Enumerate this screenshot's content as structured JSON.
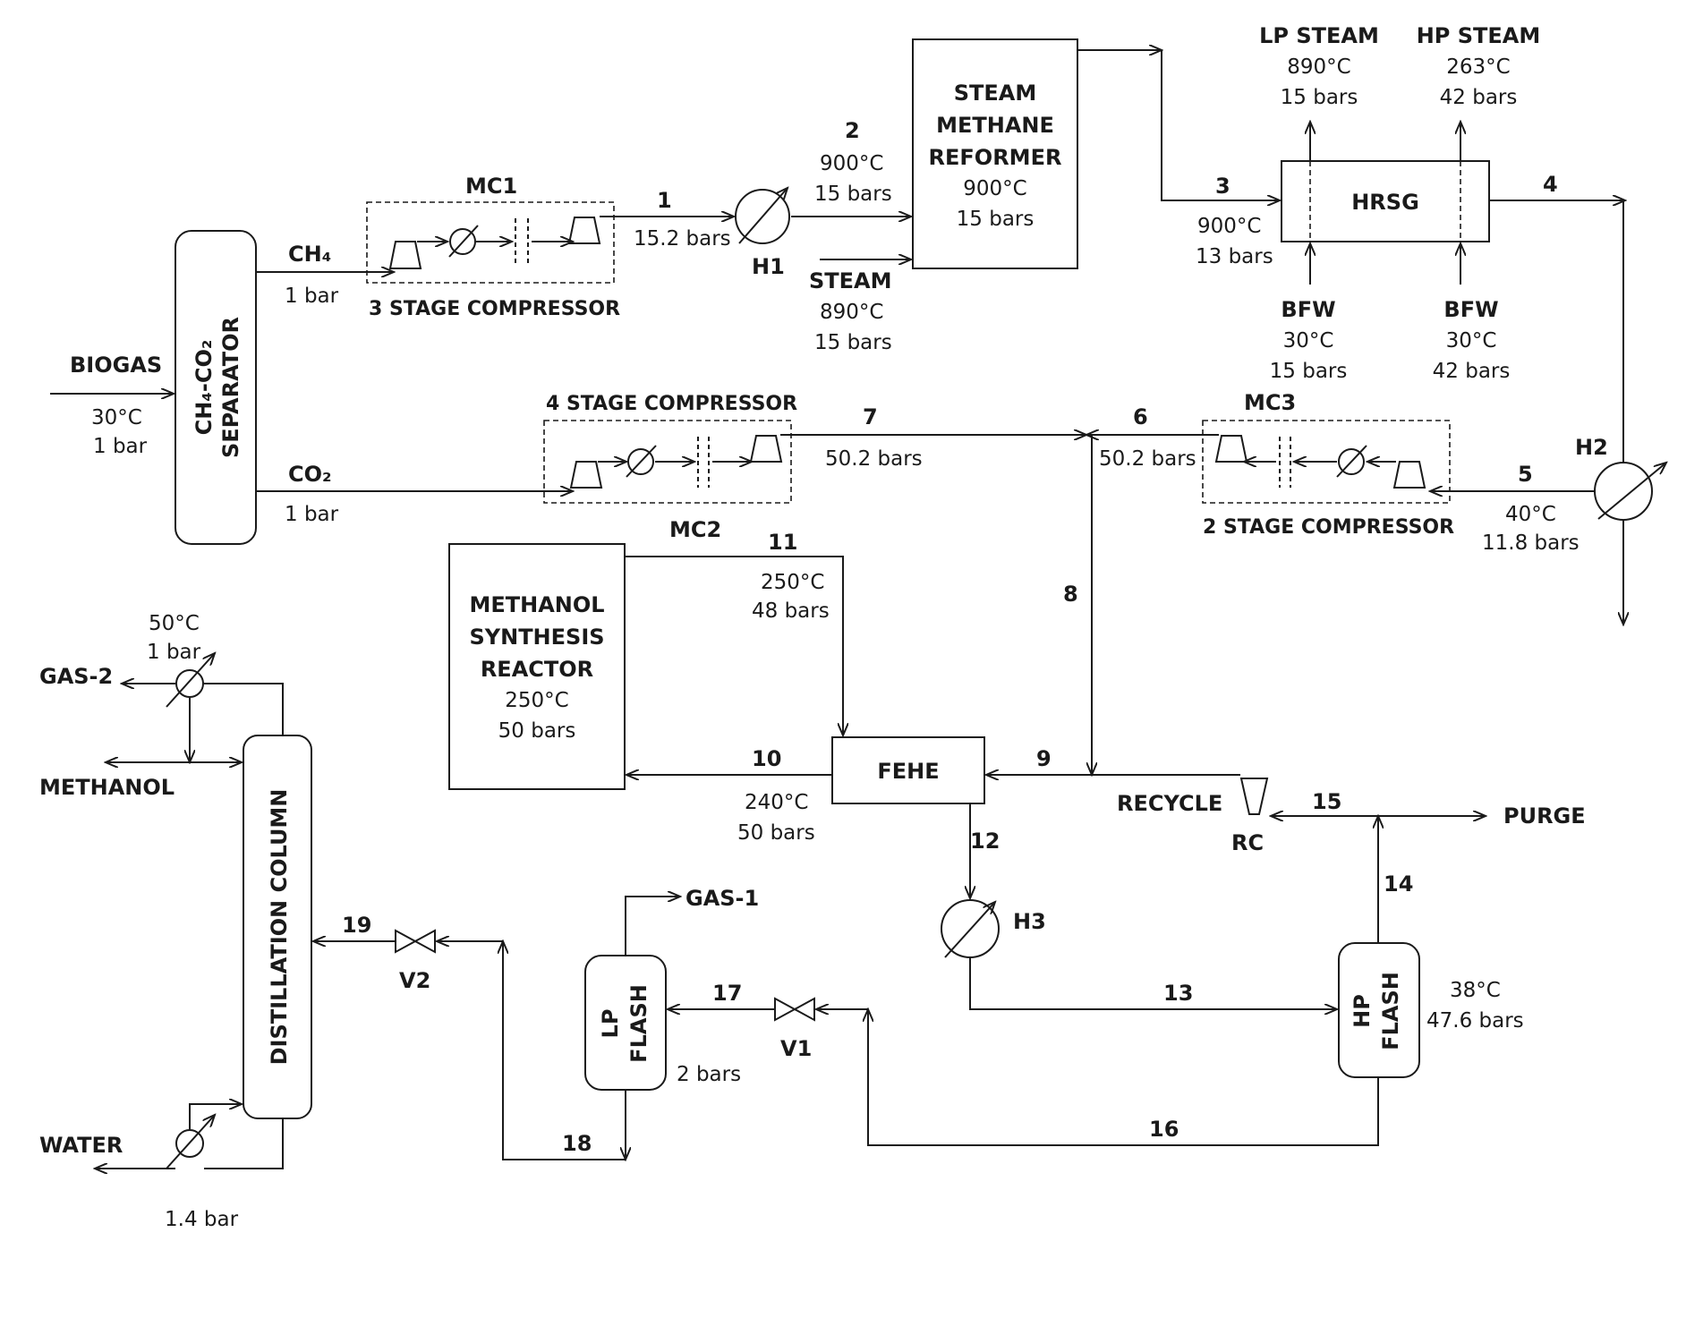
{
  "labels": {
    "biogas": "BIOGAS",
    "biogas_temp": "30°C",
    "biogas_pres": "1 bar",
    "separator_l1": "CH₄-CO₂",
    "separator_l2": "SEPARATOR",
    "ch4": "CH₄",
    "ch4_pres": "1 bar",
    "co2": "CO₂",
    "co2_pres": "1 bar",
    "mc1": "MC1",
    "mc1_desc": "3 STAGE COMPRESSOR",
    "mc2": "MC2",
    "mc2_desc": "4 STAGE COMPRESSOR",
    "mc3": "MC3",
    "mc3_desc": "2 STAGE COMPRESSOR",
    "s1": "1",
    "s1_pres": "15.2 bars",
    "h1": "H1",
    "s2": "2",
    "s2_temp": "900°C",
    "s2_pres": "15 bars",
    "steam": "STEAM",
    "steam_temp": "890°C",
    "steam_pres": "15 bars",
    "smr_l1": "STEAM",
    "smr_l2": "METHANE",
    "smr_l3": "REFORMER",
    "smr_temp": "900°C",
    "smr_pres": "15 bars",
    "s3": "3",
    "s3_temp": "900°C",
    "s3_pres": "13 bars",
    "hrsg": "HRSG",
    "lp_steam": "LP STEAM",
    "lp_steam_temp": "890°C",
    "lp_steam_pres": "15 bars",
    "hp_steam": "HP STEAM",
    "hp_steam_temp": "263°C",
    "hp_steam_pres": "42 bars",
    "bfw1": "BFW",
    "bfw1_temp": "30°C",
    "bfw1_pres": "15 bars",
    "bfw2": "BFW",
    "bfw2_temp": "30°C",
    "bfw2_pres": "42 bars",
    "s4": "4",
    "h2": "H2",
    "s5": "5",
    "s5_temp": "40°C",
    "s5_pres": "11.8 bars",
    "s6": "6",
    "s6_pres": "50.2 bars",
    "s7": "7",
    "s7_pres": "50.2 bars",
    "s8": "8",
    "s9": "9",
    "msr_l1": "METHANOL",
    "msr_l2": "SYNTHESIS",
    "msr_l3": "REACTOR",
    "msr_temp": "250°C",
    "msr_pres": "50 bars",
    "s11": "11",
    "s11_temp": "250°C",
    "s11_pres": "48 bars",
    "fehe": "FEHE",
    "s10": "10",
    "s10_temp": "240°C",
    "s10_pres": "50 bars",
    "recycle": "RECYCLE",
    "rc": "RC",
    "s15": "15",
    "purge": "PURGE",
    "s12": "12",
    "h3": "H3",
    "s14": "14",
    "s13": "13",
    "hp_flash_l1": "HP",
    "hp_flash_l2": "FLASH",
    "hp_flash_temp": "38°C",
    "hp_flash_pres": "47.6 bars",
    "s16": "16",
    "gas1": "GAS-1",
    "lp_flash_l1": "LP",
    "lp_flash_l2": "FLASH",
    "lp_flash_pres": "2 bars",
    "s17": "17",
    "v1": "V1",
    "s18": "18",
    "s19": "19",
    "v2": "V2",
    "gas2": "GAS-2",
    "cond_temp": "50°C",
    "cond_pres": "1 bar",
    "methanol": "METHANOL",
    "dist_col": "DISTILLATION COLUMN",
    "water": "WATER",
    "reb_pres": "1.4 bar"
  }
}
